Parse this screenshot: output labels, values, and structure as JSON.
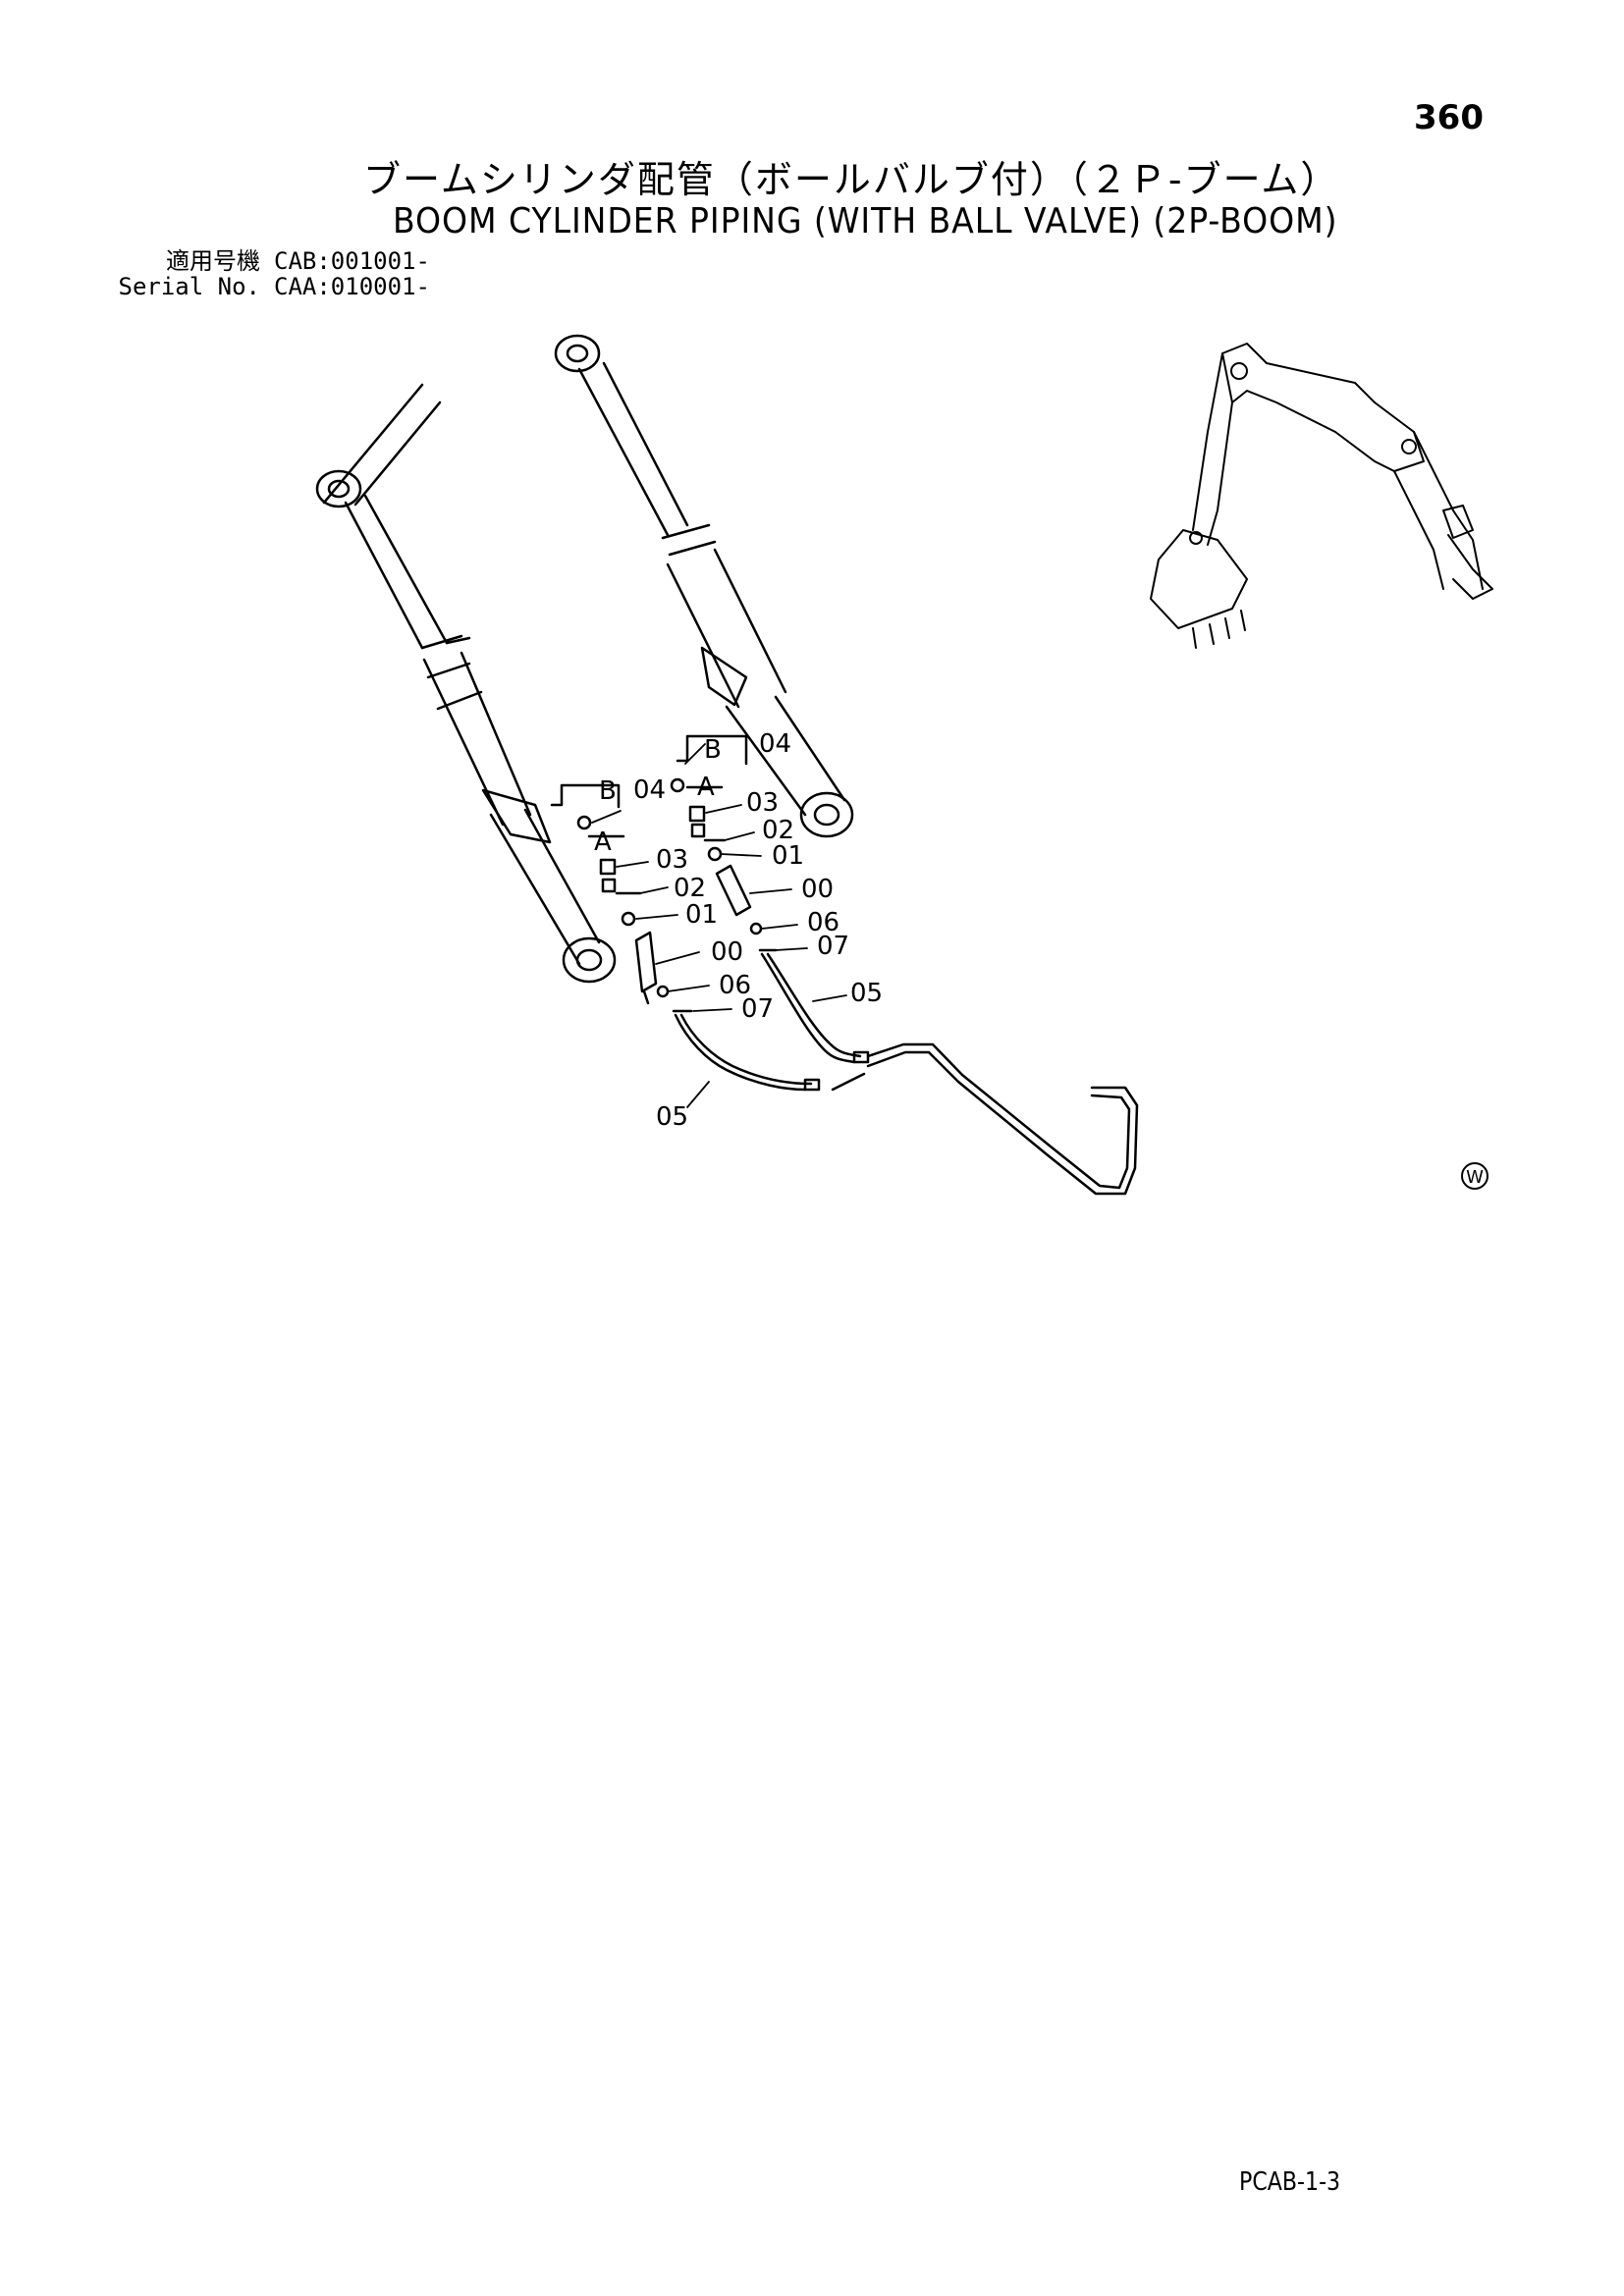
{
  "page_number": "360",
  "title_jp": "ブームシリンダ配管（ボールバルブ付）（２Ｐ-ブーム）",
  "title_en": "BOOM CYLINDER PIPING (WITH BALL VALVE) (2P-BOOM)",
  "serial": [
    {
      "label": "適用号機",
      "value": "CAB:001001-"
    },
    {
      "label": "Serial No.",
      "value": "CAA:010001-"
    }
  ],
  "diagram": {
    "view_labels": {
      "b_left": "B",
      "a_left": "A",
      "b_right": "B",
      "a_right": "A"
    },
    "callouts": {
      "l04": "04",
      "l03": "03",
      "l02": "02",
      "l01": "01",
      "l00": "00",
      "l06": "06",
      "l07": "07",
      "l05": "05",
      "r04": "04",
      "r03": "03",
      "r02": "02",
      "r01": "01",
      "r00": "00",
      "r06": "06",
      "r07": "07",
      "r05": "05"
    },
    "mark": "W"
  },
  "doc_code": "PCAB-1-3"
}
